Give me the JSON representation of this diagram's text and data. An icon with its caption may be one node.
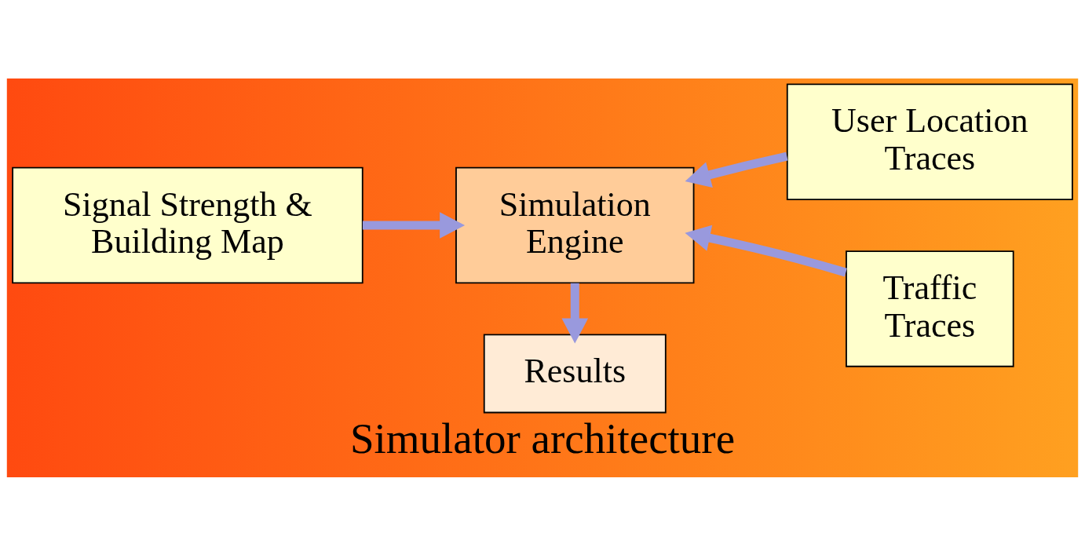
{
  "diagram": {
    "caption": "Simulator architecture",
    "nodes": [
      {
        "text": [
          "Signal Strength & Building Map"
        ]
      },
      {
        "text": [
          "Simulation Engine"
        ]
      },
      {
        "text": [
          "User Location Traces"
        ]
      },
      {
        "text": [
          "Traffic Traces"
        ]
      },
      {
        "text": [
          "Results"
        ]
      }
    ],
    "edges": [
      {
        "from": 0,
        "to": 1,
        "arrow": "to"
      },
      {
        "from": 2,
        "to": 1,
        "arrow": "to"
      },
      {
        "from": 3,
        "to": 1,
        "arrow": "to"
      },
      {
        "from": 1,
        "to": 4,
        "arrow": "to"
      }
    ]
  }
}
